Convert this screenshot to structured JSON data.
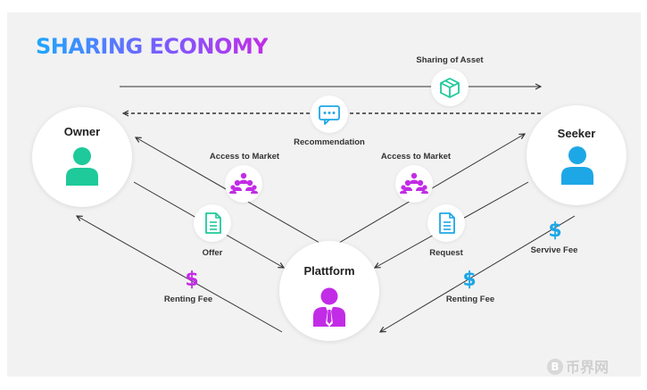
{
  "title": "SHARING ECONOMY",
  "nodes": {
    "owner": "Owner",
    "seeker": "Seeker",
    "platform": "Plattform"
  },
  "labels": {
    "sharing_of_asset": "Sharing of Asset",
    "recommendation": "Recommendation",
    "access_left": "Access to Market",
    "access_right": "Access to Market",
    "offer": "Offer",
    "request": "Request",
    "renting_fee_left": "Renting Fee",
    "renting_fee_right": "Renting Fee",
    "service_fee": "Servive Fee"
  },
  "icons": {
    "dollar": "$"
  },
  "watermark": {
    "coin": "B",
    "text": "币界网"
  },
  "colors": {
    "teal": "#1ec99a",
    "blue": "#1ea7e6",
    "magenta": "#c22ce6",
    "title_start": "#1ea7ff",
    "title_end": "#c22ce6"
  }
}
